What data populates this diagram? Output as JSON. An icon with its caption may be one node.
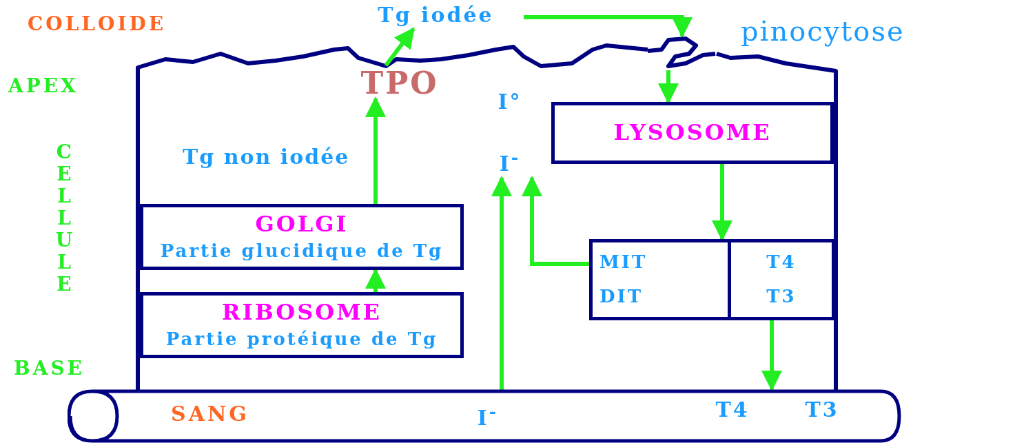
{
  "diagram": {
    "nodes": [
      {
        "text": [
          "Tg iodée"
        ]
      },
      {
        "text": [
          "TPO"
        ]
      },
      {
        "text": [],
        "shape": "picture",
        "beside": [
          "pinocytose"
        ]
      },
      {
        "text": [
          "I°"
        ]
      },
      {
        "text": [
          "LYSOSOME"
        ]
      },
      {
        "text": [
          "I$^{-}$"
        ]
      },
      {
        "text": [
          "GOLGI",
          "Partie glucidique de Tg"
        ]
      },
      {
        "text": [
          "MIT",
          "DIT"
        ]
      },
      {
        "text": [
          "T4",
          "T3"
        ]
      },
      {
        "text": [
          "RIBOSOME",
          "Partie protéique de Tg"
        ]
      },
      {
        "text": [
          "SANG"
        ]
      },
      {
        "text": [
          "I$^{-}$"
        ],
        "in": 10
      },
      {
        "text": [
          "T4"
        ],
        "in": 10
      },
      {
        "text": [
          "T3"
        ],
        "in": 10
      }
    ],
    "edges": [
      {
        "from": 1,
        "to": 0,
        "arrow": "to"
      },
      {
        "from": 0,
        "to": 2,
        "arrow": "to"
      },
      {
        "from": 2,
        "to": 4,
        "arrow": "to"
      },
      {
        "from": 4,
        "to": 7,
        "arrow": "to"
      },
      {
        "from": 7,
        "to": 5,
        "arrow": "to"
      },
      {
        "from": 11,
        "to": 5,
        "arrow": "to"
      },
      {
        "from": 8,
        "to": 10,
        "arrow": "to"
      },
      {
        "from": 9,
        "to": 6,
        "arrow": "to"
      },
      {
        "from": 6,
        "to": 1,
        "arrow": "to",
        "label": "Tg non iodée"
      }
    ],
    "labels": [
      "COLLOIDE",
      "APEX",
      "CELLULE",
      "BASE"
    ]
  }
}
